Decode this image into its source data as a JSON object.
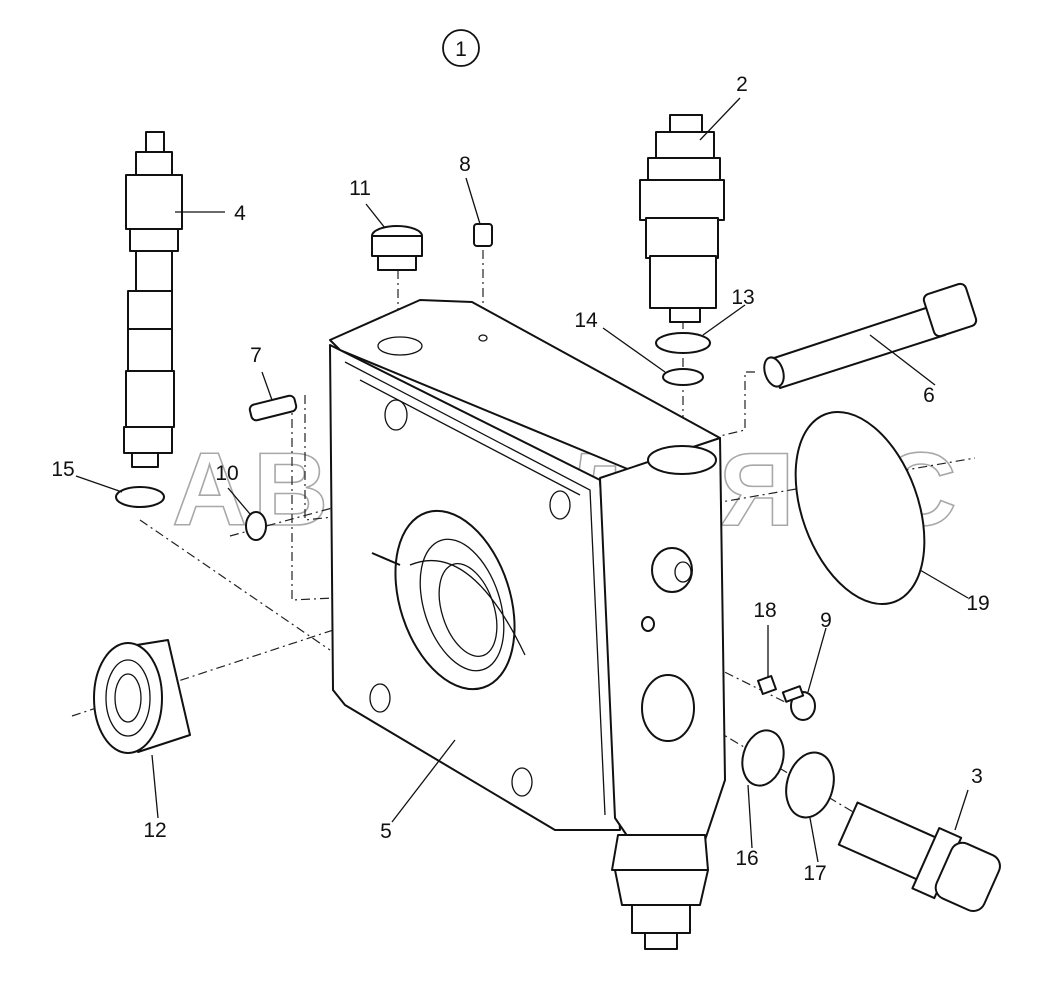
{
  "diagram": {
    "assembly_label": "1",
    "watermark": "АВТОАЛЬЯНС",
    "callouts": [
      "2",
      "3",
      "4",
      "5",
      "6",
      "7",
      "8",
      "9",
      "10",
      "11",
      "12",
      "13",
      "14",
      "15",
      "16",
      "17",
      "18",
      "19"
    ]
  }
}
